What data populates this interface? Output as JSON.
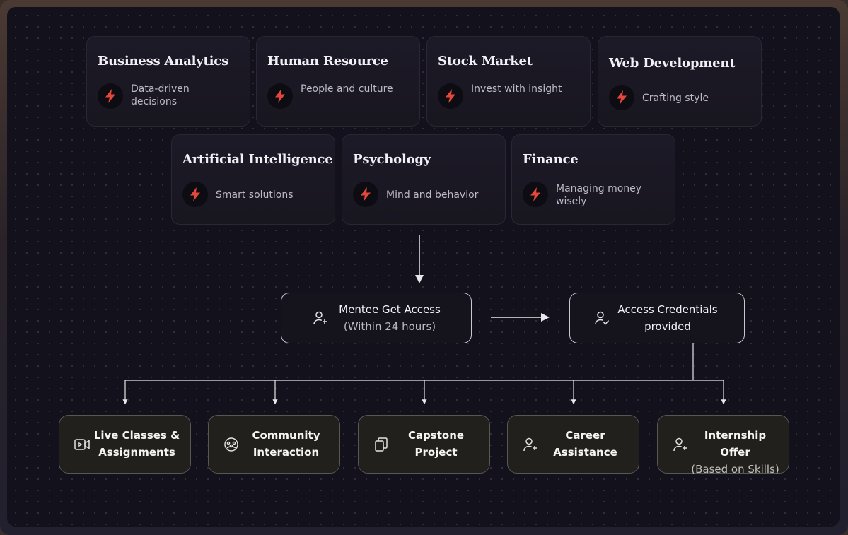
{
  "cards": [
    {
      "title": "Business Analytics",
      "subtitle": "Data-driven decisions"
    },
    {
      "title": "Human Resource",
      "subtitle": "People and culture"
    },
    {
      "title": "Stock Market",
      "subtitle": "Invest with insight"
    },
    {
      "title": "Web Development",
      "subtitle": "Crafting style"
    },
    {
      "title": "Artificial Intelligence",
      "subtitle": "Smart solutions"
    },
    {
      "title": "Psychology",
      "subtitle": "Mind and behavior"
    },
    {
      "title": "Finance",
      "subtitle": "Managing money wisely"
    }
  ],
  "icons": {
    "card_icon": "lightning-bolt-icon",
    "accent": "#e5483a"
  },
  "flow": {
    "access": {
      "line1": "Mentee Get Access",
      "line2": "(Within 24 hours)",
      "icon": "user-plus-icon"
    },
    "credentials": {
      "line1": "Access Credentials",
      "line2": "provided",
      "icon": "user-check-icon"
    }
  },
  "outcomes": [
    {
      "line1": "Live Classes &",
      "line2": "Assignments",
      "icon": "video-icon"
    },
    {
      "line1": "Community",
      "line2": "Interaction",
      "icon": "community-icon"
    },
    {
      "line1": "Capstone",
      "line2": "Project",
      "icon": "copy-icon"
    },
    {
      "line1": "Career",
      "line2": "Assistance",
      "icon": "user-plus-icon"
    },
    {
      "line1": "Internship Offer",
      "line2": "(Based on Skills)",
      "icon": "user-plus-icon"
    }
  ]
}
